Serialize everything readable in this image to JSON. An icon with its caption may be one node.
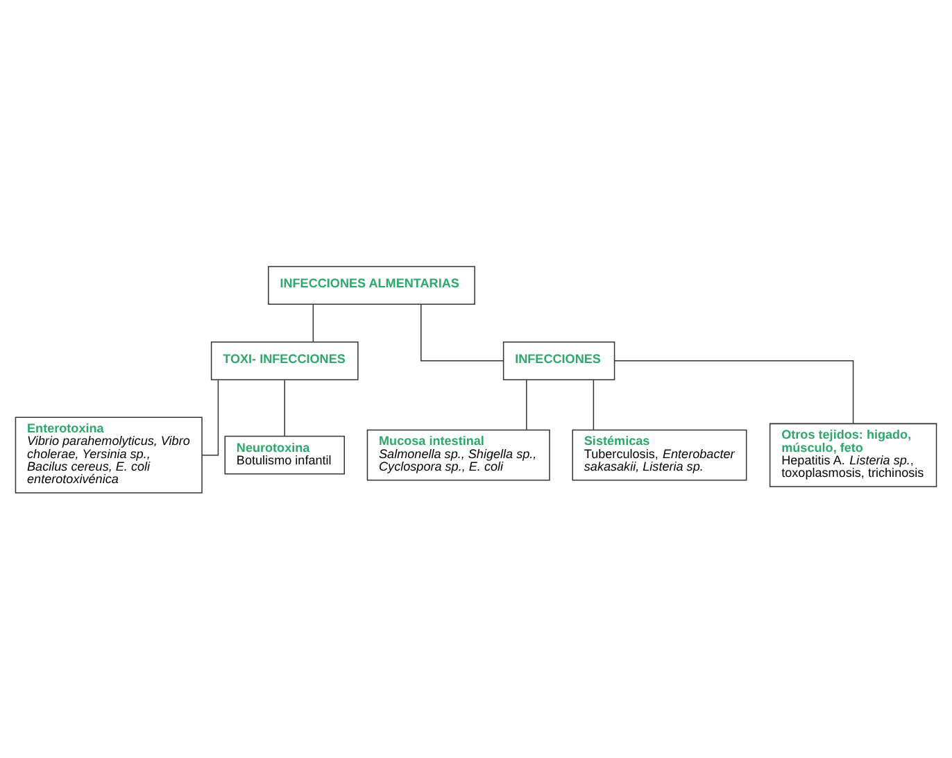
{
  "diagram": {
    "nodes": [
      {
        "text": [
          "INFECCIONES ALMENTARIAS"
        ]
      },
      {
        "text": [
          "TOXI- INFECCIONES"
        ]
      },
      {
        "text": [
          "INFECCIONES"
        ]
      },
      {
        "text": [
          "Enterotoxina",
          "*Vibrio parahemolyticus, Vibro cholerae, Yersinia sp., Bacilus cereus, E. coli enterotoxivénica*"
        ]
      },
      {
        "text": [
          "Neurotoxina",
          "Botulismo infantil"
        ]
      },
      {
        "text": [
          "Mucosa intestinal",
          "*Salmonella sp., Shigella sp., Cyclospora sp., E. coli*"
        ]
      },
      {
        "text": [
          "Sistémicas",
          "Tuberculosis, *Enterobacter sakasakii, Listeria sp.*"
        ]
      },
      {
        "text": [
          "Otros tejidos: higado, músculo, feto",
          "Hepatitis A. *Listeria sp.*, toxoplasmosis, trichinosis"
        ]
      }
    ],
    "edges": [
      {
        "from": 0,
        "to": 1,
        "arrow": "none"
      },
      {
        "from": 0,
        "to": 2,
        "arrow": "none"
      },
      {
        "from": 1,
        "to": 3,
        "arrow": "none"
      },
      {
        "from": 1,
        "to": 4,
        "arrow": "none"
      },
      {
        "from": 2,
        "to": 5,
        "arrow": "none"
      },
      {
        "from": 2,
        "to": 6,
        "arrow": "none"
      },
      {
        "from": 2,
        "to": 7,
        "arrow": "none"
      }
    ]
  }
}
